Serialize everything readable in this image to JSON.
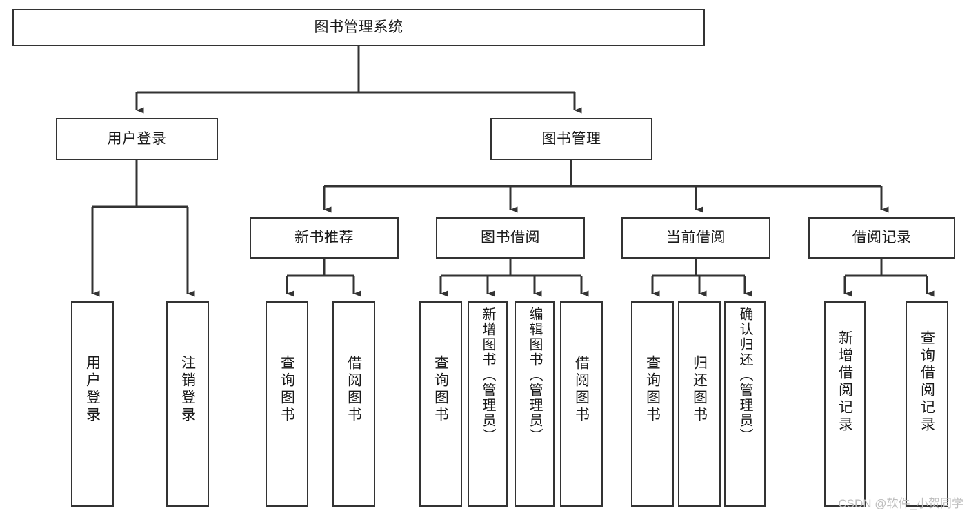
{
  "diagram": {
    "title": "图书管理系统",
    "type": "tree-hierarchy-chart",
    "watermark": "CSDN @软件_小贺同学",
    "colors": {
      "box_border": "#333333",
      "box_fill": "#ffffff",
      "connector": "#333333",
      "text": "#1a1a1a",
      "watermark": "#bdbdbd"
    },
    "root": {
      "label": "图书管理系统"
    },
    "level2": [
      {
        "label": "用户登录"
      },
      {
        "label": "图书管理"
      }
    ],
    "level3": [
      {
        "label": "新书推荐"
      },
      {
        "label": "图书借阅"
      },
      {
        "label": "当前借阅"
      },
      {
        "label": "借阅记录"
      }
    ],
    "leaves": {
      "user_login": [
        {
          "label": "用户登录"
        },
        {
          "label": "注销登录"
        }
      ],
      "new_book": [
        {
          "label": "查询图书"
        },
        {
          "label": "借阅图书"
        }
      ],
      "book_borrow": [
        {
          "label": "查询图书"
        },
        {
          "label": "新增图书（管理员）"
        },
        {
          "label": "编辑图书（管理员）"
        },
        {
          "label": "借阅图书"
        }
      ],
      "current_borrow": [
        {
          "label": "查询图书"
        },
        {
          "label": "归还图书"
        },
        {
          "label": "确认归还（管理员）"
        }
      ],
      "borrow_record": [
        {
          "label": "新增借阅记录"
        },
        {
          "label": "查询借阅记录"
        }
      ]
    }
  }
}
